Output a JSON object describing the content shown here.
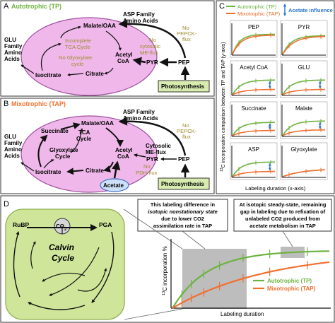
{
  "colors": {
    "tp": "#6db33f",
    "tap": "#f07030",
    "olive": "#9c8c2c",
    "cell_fill": "#f0b8ea",
    "cell_stroke": "#a050a0",
    "calvin_fill": "#cfe69a",
    "calvin_stroke": "#8fae50",
    "photo_fill": "#d8ecb0",
    "acetate_fill": "#cce0f8",
    "acetate_stroke": "#3e70c0",
    "blue_arrow": "#2a78c8",
    "highlight": "#bdbdbd"
  },
  "panelA": {
    "label": "A",
    "title": "Autotrophic (TP)",
    "malate": "Malate/OAA",
    "tca1": "Incomplete",
    "tca2": "TCA Cycle",
    "glyox1": "No Glyoxylate",
    "glyox2": "cycle",
    "acetyl1": "Acetyl",
    "acetyl2": "CoA",
    "citrate": "Citrate",
    "isocitrate": "Isocitrate",
    "glu1": "GLU",
    "glu2": "Family",
    "glu3": "Amino",
    "glu4": "Acids",
    "asp1": "ASP Family",
    "asp2": "Amino Acids",
    "nopepck1": "No",
    "nopepck2": "PEPCK-",
    "nopepck3": "flux",
    "nocyto1": "No",
    "nocyto2": "cytosolic",
    "nocyto3": "ME-flux",
    "pyr": "PYR",
    "pep": "PEP",
    "photosynthesis": "Photosynthesis"
  },
  "panelB": {
    "label": "B",
    "title": "Mixotrophic (TAP)",
    "malate": "Malate/OAA",
    "succinate": "Succinate",
    "tca1": "TCA",
    "tca2": "Cycle",
    "glyox1": "Glyoxylate",
    "glyox2": "Cycle",
    "acetyl1": "Acetyl",
    "acetyl2": "CoA",
    "citrate": "Citrate",
    "isocitrate": "Isocitrate",
    "glu1": "GLU",
    "glu2": "Family",
    "glu3": "Amino",
    "glu4": "Acids",
    "asp1": "ASP Family",
    "asp2": "Amino Acids",
    "nopepck1": "No",
    "nopepck2": "PEPCK-",
    "nopepck3": "flux",
    "cyto1": "Cytosolic",
    "cyto2": "ME-flux",
    "nopdh1": "No",
    "nopdh2": "PDH-flux",
    "pyr": "PYR",
    "pep": "PEP",
    "acetate": "Acetate",
    "photosynthesis": "Photosynthesis"
  },
  "panelC": {
    "label": "C",
    "legend_tp": "Autotrophic (TP)",
    "legend_tap": "Mixotrophic (TAP)",
    "acetate_influence": "Acetate influence",
    "ylabel_pre": "",
    "ylabel_sup": "13",
    "ylabel_main": "C incorporation comparison between TP and TAP (y-axis)",
    "xlabel": "Labeling duration (x-axis)",
    "subplots": [
      {
        "name": "PEP",
        "tp_plateau": 0.75,
        "tp_rate": 6,
        "tap_plateau": 0.72,
        "tap_rate": 5,
        "arrow": false
      },
      {
        "name": "PYR",
        "tp_plateau": 0.7,
        "tp_rate": 5,
        "tap_plateau": 0.68,
        "tap_rate": 4,
        "arrow": false
      },
      {
        "name": "Acetyl CoA",
        "tp_plateau": 0.55,
        "tp_rate": 5,
        "tap_plateau": 0.2,
        "tap_rate": 4,
        "arrow": true
      },
      {
        "name": "GLU",
        "tp_plateau": 0.55,
        "tp_rate": 5,
        "tap_plateau": 0.2,
        "tap_rate": 4,
        "arrow": true
      },
      {
        "name": "Succinate",
        "tp_plateau": 0.5,
        "tp_rate": 5,
        "tap_plateau": 0.2,
        "tap_rate": 4,
        "arrow": true
      },
      {
        "name": "Malate",
        "tp_plateau": 0.55,
        "tp_rate": 5,
        "tap_plateau": 0.22,
        "tap_rate": 4,
        "arrow": true
      },
      {
        "name": "ASP",
        "tp_plateau": 0.55,
        "tp_rate": 5,
        "tap_plateau": 0.2,
        "tap_rate": 4,
        "arrow": true
      },
      {
        "name": "Glyoxylate",
        "tp_plateau": 0.3,
        "tp_rate": 2,
        "tap_plateau": 0.3,
        "tap_rate": 2,
        "arrow": false
      }
    ]
  },
  "panelD": {
    "label": "D",
    "rubp": "RuBP",
    "co2_pre": "CO",
    "co2_sub": "2",
    "pga": "PGA",
    "calvin1": "Calvin",
    "calvin2": "Cycle",
    "box1_line1": "This labeling difference in",
    "box1_line2": "isotopic nonstationary state",
    "box1_line3": "due to lower CO2",
    "box1_line4": "assimilation rate in TAP",
    "box2_line1": "At isotopic steady-state, remaining",
    "box2_line2": "gap in labeling due to refixation of",
    "box2_line3": "unlabeled CO2 produced from",
    "box2_line4": "acetate metabolism in TAP",
    "ylabel_sup": "13",
    "ylabel_main": "C incorporation %",
    "xlabel": "Labeling duration",
    "legend_tp": "Autotrophic (TP)",
    "legend_tap": "Mixotrophic (TAP)"
  },
  "chart_data": {
    "type": "line",
    "title": "",
    "xlabel": "Labeling duration",
    "ylabel": "13C incorporation %",
    "series": [
      {
        "name": "Autotrophic (TP)",
        "plateau": 0.85,
        "rate": 4.5
      },
      {
        "name": "Mixotrophic (TAP)",
        "plateau": 0.85,
        "rate": 1.6
      }
    ]
  }
}
